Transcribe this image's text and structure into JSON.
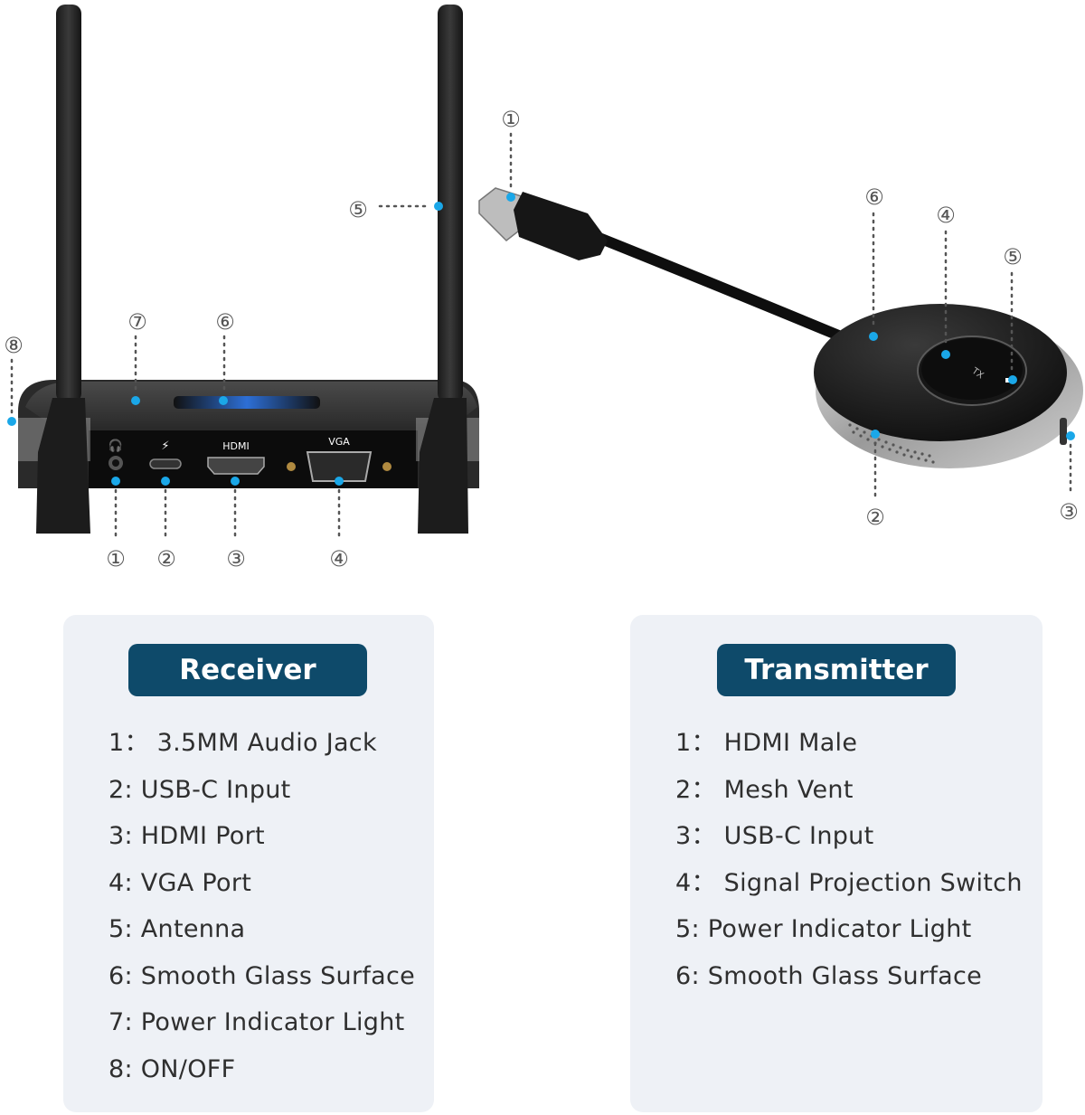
{
  "receiver": {
    "callouts": [
      "①",
      "②",
      "③",
      "④",
      "⑤",
      "⑥",
      "⑦",
      "⑧"
    ],
    "port_labels": {
      "hdmi": "HDMI",
      "vga": "VGA"
    },
    "title": "Receiver",
    "items": [
      "1： 3.5MM Audio Jack",
      "2: USB-C Input",
      "3: HDMI Port",
      "4: VGA Port",
      "5: Antenna",
      "6: Smooth Glass Surface",
      "7: Power Indicator Light",
      "8: ON/OFF"
    ]
  },
  "transmitter": {
    "callouts": [
      "①",
      "②",
      "③",
      "④",
      "⑤",
      "⑥"
    ],
    "button_label": "TX",
    "title": "Transmitter",
    "items": [
      "1： HDMI Male",
      "2： Mesh Vent",
      "3： USB-C Input",
      "4： Signal Projection Switch",
      "5: Power Indicator Light",
      "6: Smooth Glass Surface"
    ]
  },
  "colors": {
    "panel_bg": "#eef1f6",
    "title_bg": "#0e4a6a",
    "marker_dot": "#1aa7e8"
  }
}
